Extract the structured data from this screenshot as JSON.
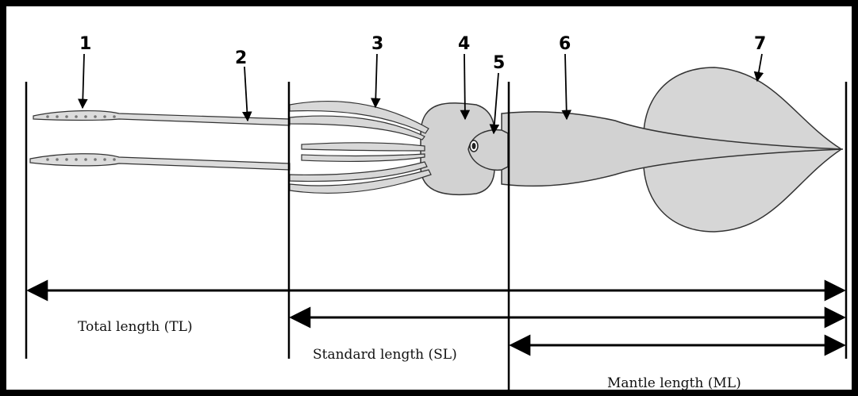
{
  "part_numbers": [
    "1",
    "2",
    "3",
    "4",
    "5",
    "6",
    "7"
  ],
  "measurements": {
    "total_length": "Total length (TL)",
    "standard_length": "Standard length (SL)",
    "mantle_length": "Mantle length (ML)"
  },
  "colors": {
    "body_fill": "#d2d2d2",
    "fin_fill": "#d6d6d6",
    "line": "#000000",
    "frame": "#000000"
  }
}
